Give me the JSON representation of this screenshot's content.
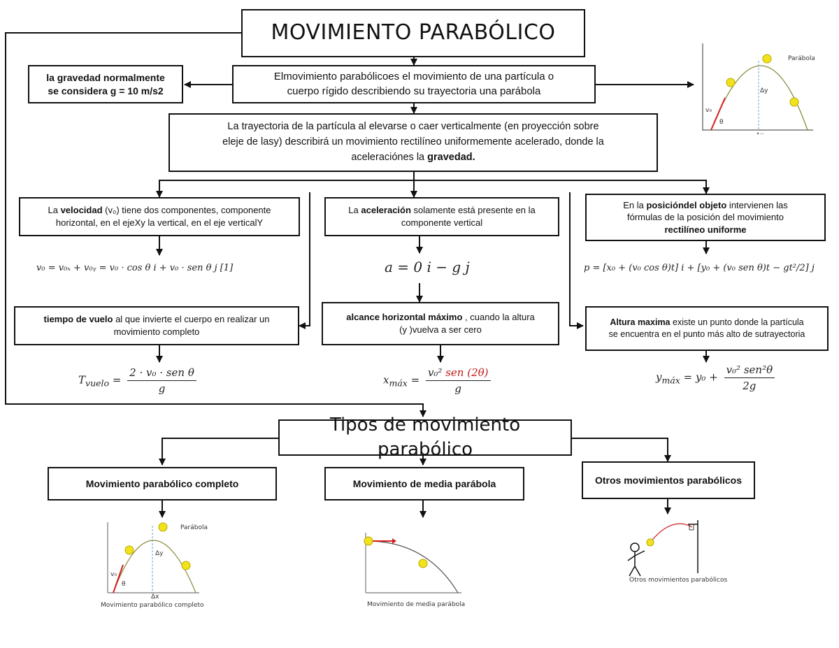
{
  "title": "MOVIMIENTO PARABÓLICO",
  "definition": {
    "line1": "Elmovimiento parabólicoes el movimiento de una partícula o",
    "line2": "cuerpo rígido describiendo su trayectoria una parábola"
  },
  "gravity_note": {
    "line1": "la gravedad normalmente",
    "line2": "se considera g = 10 m/s2"
  },
  "trajectory_note": {
    "line1": "La trayectoria de la partícula al elevarse o caer verticalmente (en proyección sobre",
    "line2": "eleje de lasy) describirá un movimiento rectilíneo  uniformemente  acelerado, donde la",
    "line3_a": "aceleraciónes la ",
    "line3_b": "gravedad."
  },
  "velocity": {
    "text_a": "La ",
    "text_b": "velocidad",
    "text_c": " (v₀) tiene dos componentes, componente",
    "text_d": "horizontal, en el ejeXy la vertical, en el eje verticalY",
    "formula": "v₀ = v₀ₓ + v₀ᵧ = v₀ · cos θ i + v₀ · sen θ j  [1]"
  },
  "acceleration": {
    "text_a": "La ",
    "text_b": "aceleración",
    "text_c": " solamente está presente en la",
    "text_d": "componente vertical",
    "formula": "a = 0 i − g j"
  },
  "position": {
    "text_a": "En la ",
    "text_b": "posicióndel objeto",
    "text_c": " intervienen las",
    "text_d": "fórmulas de la posición del movimiento",
    "text_e": "rectilíneo uniforme",
    "formula": "p = [x₀ + (v₀ cos θ)t] i + [y₀ + (v₀ sen θ)t − gt²/2] j"
  },
  "flight_time": {
    "text_a": "tiempo de vuelo",
    "text_b": " al que invierte el cuerpo en realizar un",
    "text_c": "movimiento completo",
    "formula_lhs": "T",
    "formula_sub": "vuelo",
    "formula_num": "2 · v₀ · sen θ",
    "formula_den": "g"
  },
  "max_range": {
    "text_a": "alcance horizontal máximo",
    "text_b": " , cuando la altura",
    "text_c": "(y )vuelva a ser cero",
    "formula_lhs": "x",
    "formula_sub": "máx",
    "formula_num_a": "v₀² ",
    "formula_num_b": "sen (2θ)",
    "formula_den": "g"
  },
  "max_height": {
    "text_a": "Altura maxima",
    "text_b": " existe un punto donde la partícula",
    "text_c": "se encuentra en el punto más alto de sutrayectoria",
    "formula_lhs": "y",
    "formula_sub": "máx",
    "formula_mid": "= y₀ + ",
    "formula_num": "v₀² sen²θ",
    "formula_den": "2g"
  },
  "types_title": "Tipos de movimiento parabólico",
  "types": [
    {
      "label": "Movimiento parabólico completo",
      "caption": "Movimiento parabólico completo"
    },
    {
      "label": "Movimiento de media parábola",
      "caption": "Movimiento de media parábola"
    },
    {
      "label": "Otros movimientos parabólicos",
      "caption": "Otros movimientos parabólicos"
    }
  ],
  "diagram_labels": {
    "parabola": "Parábola",
    "dy": "Δy",
    "dx": "Δx",
    "v0": "v₀",
    "theta": "θ"
  },
  "colors": {
    "ball": "#f2e21b",
    "curve": "#8a8a3a",
    "velocity_arrow": "#d42020",
    "axis_guide": "#3a8fd0"
  }
}
